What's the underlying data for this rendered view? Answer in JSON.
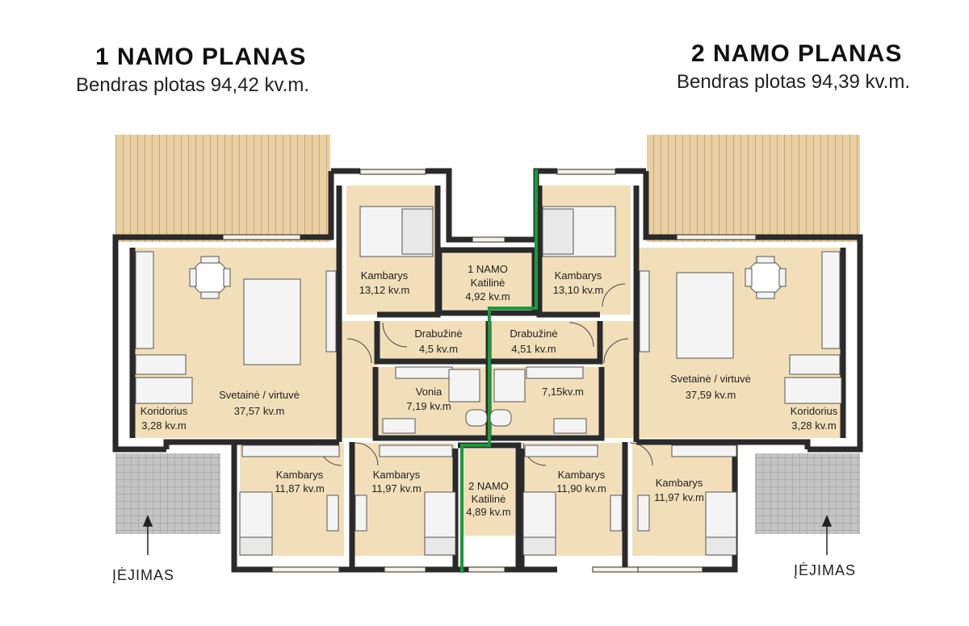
{
  "house1": {
    "title": "1 NAMO PLANAS",
    "area": "Bendras plotas 94,42 kv.m.",
    "entrance": "ĮĖJIMAS",
    "rooms": {
      "living": {
        "name": "Svetainė / virtuvė",
        "area": "37,57 kv.m"
      },
      "bed_top": {
        "name": "Kambarys",
        "area": "13,12 kv.m"
      },
      "wardrobe": {
        "name": "Drabužinė",
        "area": "4,5 kv.m"
      },
      "bath": {
        "name": "Vonia",
        "area": "7,19 kv.m"
      },
      "corridor": {
        "name": "Koridorius",
        "area": "3,28 kv.m"
      },
      "bed_bl": {
        "name": "Kambarys",
        "area": "11,87 kv.m"
      },
      "bed_bm": {
        "name": "Kambarys",
        "area": "11,97 kv.m"
      },
      "boiler": {
        "name": "1 NAMO",
        "name2": "Katilinė",
        "area": "4,92 kv.m"
      }
    }
  },
  "house2": {
    "title": "2 NAMO PLANAS",
    "area": "Bendras plotas 94,39 kv.m.",
    "entrance": "ĮĖJIMAS",
    "rooms": {
      "living": {
        "name": "Svetainė / virtuvė",
        "area": "37,59 kv.m"
      },
      "bed_top": {
        "name": "Kambarys",
        "area": "13,10 kv.m"
      },
      "wardrobe": {
        "name": "Drabužinė",
        "area": "4,51 kv.m"
      },
      "bath": {
        "name": "",
        "area": "7,15kv.m"
      },
      "corridor": {
        "name": "Koridorius",
        "area": "3,28 kv.m"
      },
      "bed_bl": {
        "name": "Kambarys",
        "area": "11,90 kv.m"
      },
      "bed_br": {
        "name": "Kambarys",
        "area": "11,97 kv.m"
      },
      "boiler": {
        "name": "2 NAMO",
        "name2": "Katilinė",
        "area": "4,89 kv.m"
      }
    }
  },
  "colors": {
    "floor": "#f2dfba",
    "terrace": "#e9cfa4",
    "wall": "#2a2a2a",
    "divider": "#1a9a3a",
    "porch": "#b9b9b9",
    "furniture": "#f4f4f4"
  }
}
